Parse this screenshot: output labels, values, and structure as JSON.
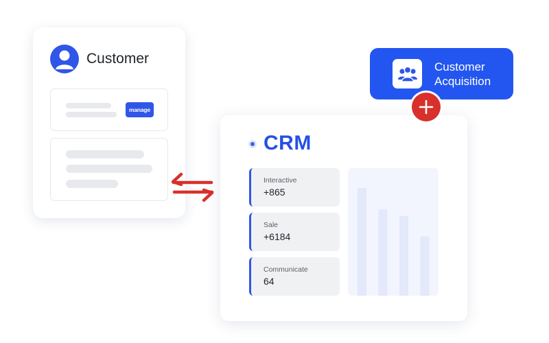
{
  "customer_card": {
    "title": "Customer",
    "manage_label": "manage"
  },
  "acquisition": {
    "line1": "Customer",
    "line2": "Acquisition"
  },
  "crm": {
    "title": "CRM",
    "stats": [
      {
        "label": "Interactive",
        "value": "+865"
      },
      {
        "label": "Sale",
        "value": "+6184"
      },
      {
        "label": "Communicate",
        "value": "64"
      }
    ]
  },
  "icons": {
    "avatar": "user-avatar-icon",
    "group": "group-users-icon",
    "sync": "bidirectional-arrows-icon",
    "add": "plus-icon",
    "status": "dot-icon"
  },
  "colors": {
    "accent_blue": "#2356f0",
    "plus_red": "#d8302a",
    "arrow_red": "#d8302a",
    "chart_bar": "#e3e8fb"
  },
  "chart_data": {
    "type": "bar",
    "values": [
      100,
      80,
      74,
      55
    ],
    "ylim": [
      0,
      100
    ],
    "grid": false
  }
}
